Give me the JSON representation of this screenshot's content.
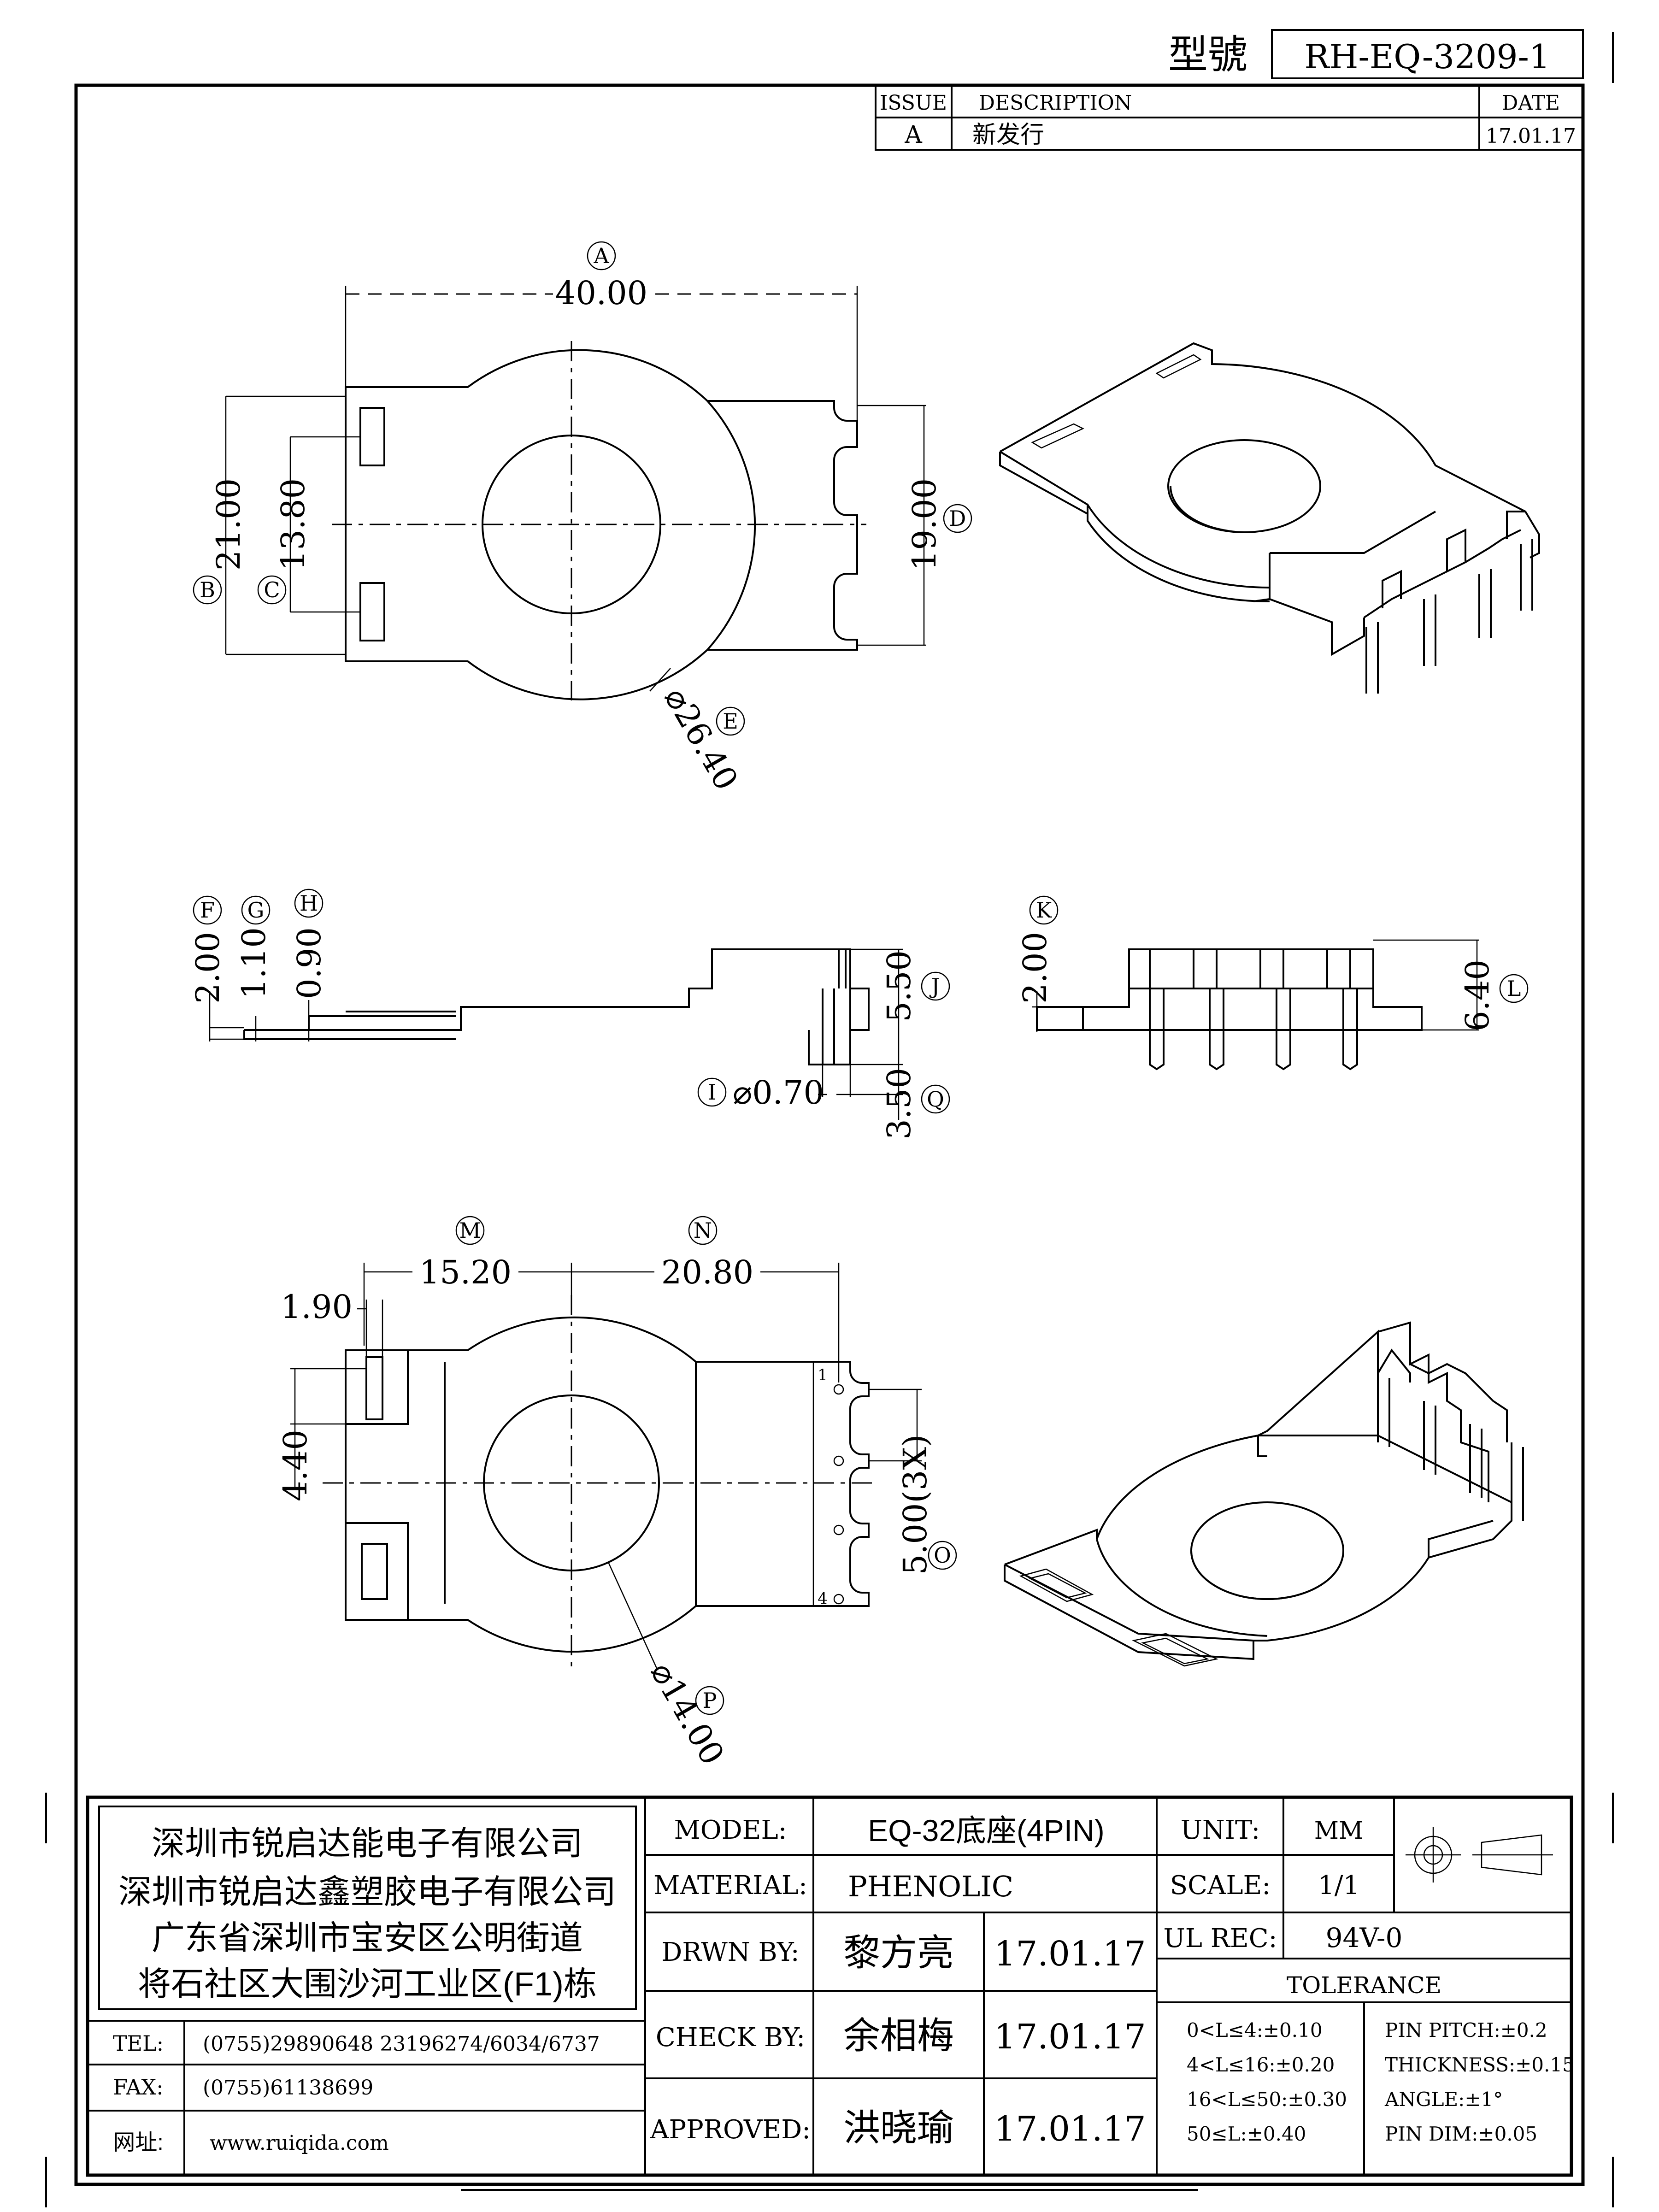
{
  "header": {
    "model_label": "型號",
    "model_value": "RH-EQ-3209-1"
  },
  "revision": {
    "col_issue": "ISSUE",
    "col_desc": "DESCRIPTION",
    "col_date": "DATE",
    "row_issue": "A",
    "row_desc": "新发行",
    "row_date": "17.01.17"
  },
  "dims": {
    "A": {
      "tag": "A",
      "value": "40.00"
    },
    "B": {
      "tag": "B",
      "value": "21.00"
    },
    "C": {
      "tag": "C",
      "value": "13.80"
    },
    "D": {
      "tag": "D",
      "value": "19.00"
    },
    "E": {
      "tag": "E",
      "value": "⌀26.40"
    },
    "F": {
      "tag": "F",
      "value": "2.00"
    },
    "G": {
      "tag": "G",
      "value": "1.10"
    },
    "H": {
      "tag": "H",
      "value": "0.90"
    },
    "I": {
      "tag": "I",
      "value": "⌀0.70"
    },
    "J": {
      "tag": "J",
      "value": "5.50"
    },
    "Q": {
      "tag": "Q",
      "value": "3.50"
    },
    "K": {
      "tag": "K",
      "value": "2.00"
    },
    "L": {
      "tag": "L",
      "value": "6.40"
    },
    "M": {
      "tag": "M",
      "value": "15.20"
    },
    "N": {
      "tag": "N",
      "value": "20.80"
    },
    "O": {
      "tag": "O",
      "value": "5.00(3X)"
    },
    "P": {
      "tag": "P",
      "value": "⌀14.00"
    },
    "x190": {
      "value": "1.90"
    },
    "x440": {
      "value": "4.40"
    }
  },
  "pins": {
    "first": "1",
    "last": "4"
  },
  "title_block": {
    "company": [
      "深圳市锐启达能电子有限公司",
      "深圳市锐启达鑫塑胶电子有限公司",
      "广东省深圳市宝安区公明街道",
      "将石社区大围沙河工业区(F1)栋"
    ],
    "tel_label": "TEL:",
    "tel_value": "(0755)29890648   23196274/6034/6737",
    "fax_label": "FAX:",
    "fax_value": "(0755)61138699",
    "web_label": "网址:",
    "web_value": "www.ruiqida.com",
    "model_label": "MODEL:",
    "model_value": "EQ-32底座(4PIN)",
    "material_label": "MATERIAL:",
    "material_value": "PHENOLIC",
    "drawn_label": "DRWN BY:",
    "drawn_name": "黎方亮",
    "drawn_date": "17.01.17",
    "check_label": "CHECK BY:",
    "check_name": "余相梅",
    "check_date": "17.01.17",
    "approved_label": "APPROVED:",
    "approved_name": "洪晓瑜",
    "approved_date": "17.01.17",
    "unit_label": "UNIT:",
    "unit_value": "MM",
    "scale_label": "SCALE:",
    "scale_value": "1/1",
    "ul_label": "UL REC:",
    "ul_value": "94V-0",
    "tolerance_title": "TOLERANCE",
    "tol_left": [
      "0<L≤4:±0.10",
      "4<L≤16:±0.20",
      "16<L≤50:±0.30",
      "50≤L:±0.40"
    ],
    "tol_right": [
      "PIN PITCH:±0.2",
      "THICKNESS:±0.15",
      "ANGLE:±1°",
      "PIN DIM:±0.05"
    ]
  }
}
